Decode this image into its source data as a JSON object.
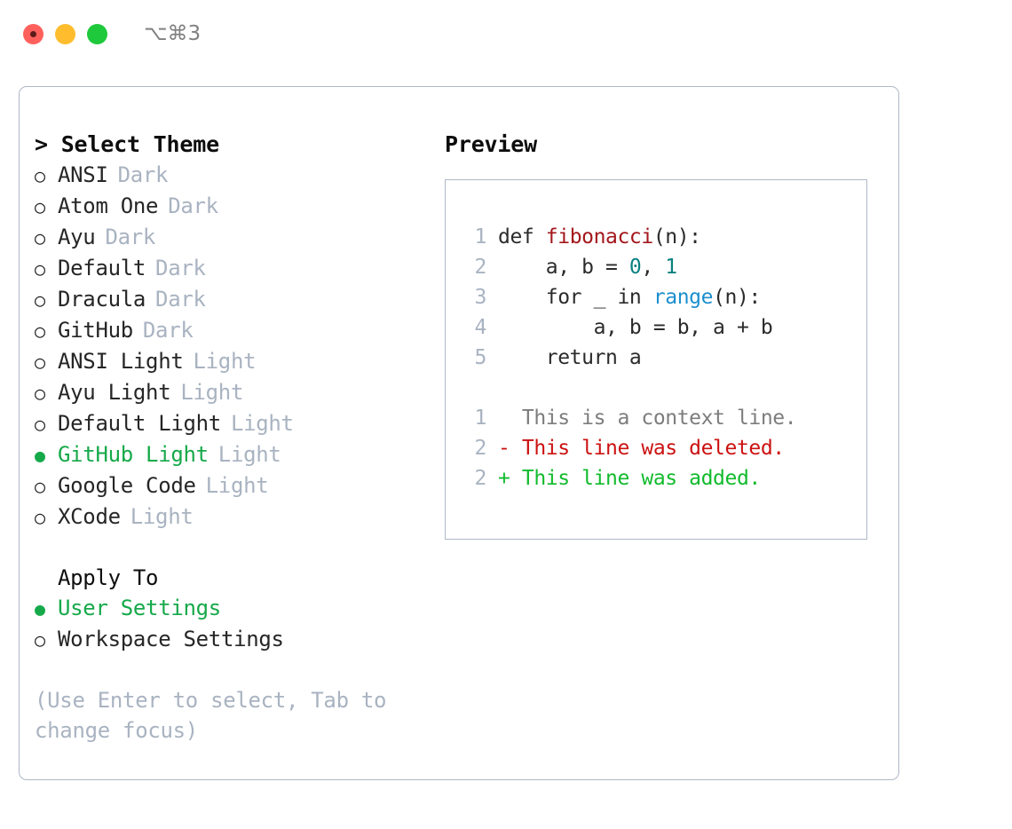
{
  "titlebar": {
    "shortcut": "⌥⌘3",
    "buttons": [
      {
        "name": "close",
        "color": "#ff605c"
      },
      {
        "name": "minimize",
        "color": "#ffbd2e"
      },
      {
        "name": "maximize",
        "color": "#1ec93b"
      }
    ]
  },
  "colors": {
    "accent_green": "#16a94a",
    "muted": "#a9b3c1",
    "border": "#aeb8c6",
    "text": "#262626",
    "keyword_blue": "#1c8fce",
    "number_teal": "#0a8080",
    "function_red": "#a3171c",
    "diff_delete": "#cc1111",
    "diff_add": "#12bb2d"
  },
  "left": {
    "header": "> Select Theme",
    "themes": [
      {
        "bullet": "○",
        "name": "ANSI",
        "kind": "Dark",
        "selected": false
      },
      {
        "bullet": "○",
        "name": "Atom One",
        "kind": "Dark",
        "selected": false
      },
      {
        "bullet": "○",
        "name": "Ayu",
        "kind": "Dark",
        "selected": false
      },
      {
        "bullet": "○",
        "name": "Default",
        "kind": "Dark",
        "selected": false
      },
      {
        "bullet": "○",
        "name": "Dracula",
        "kind": "Dark",
        "selected": false
      },
      {
        "bullet": "○",
        "name": "GitHub",
        "kind": "Dark",
        "selected": false
      },
      {
        "bullet": "○",
        "name": "ANSI Light",
        "kind": "Light",
        "selected": false
      },
      {
        "bullet": "○",
        "name": "Ayu Light",
        "kind": "Light",
        "selected": false
      },
      {
        "bullet": "○",
        "name": "Default Light",
        "kind": "Light",
        "selected": false
      },
      {
        "bullet": "●",
        "name": "GitHub Light",
        "kind": "Light",
        "selected": true
      },
      {
        "bullet": "○",
        "name": "Google Code",
        "kind": "Light",
        "selected": false
      },
      {
        "bullet": "○",
        "name": "XCode",
        "kind": "Light",
        "selected": false
      }
    ],
    "apply_to": {
      "title": "Apply To",
      "options": [
        {
          "bullet": "●",
          "label": "User Settings",
          "selected": true
        },
        {
          "bullet": "○",
          "label": "Workspace Settings",
          "selected": false
        }
      ]
    },
    "hint": "(Use Enter to select, Tab to change focus)"
  },
  "right": {
    "title": "Preview",
    "code": [
      {
        "lno": "1",
        "parts": [
          {
            "t": "def ",
            "c": "plain"
          },
          {
            "t": "fibonacci",
            "c": "fn"
          },
          {
            "t": "(n):",
            "c": "plain"
          }
        ]
      },
      {
        "lno": "2",
        "parts": [
          {
            "t": "    a, b = ",
            "c": "plain"
          },
          {
            "t": "0",
            "c": "num"
          },
          {
            "t": ", ",
            "c": "plain"
          },
          {
            "t": "1",
            "c": "num"
          }
        ]
      },
      {
        "lno": "3",
        "parts": [
          {
            "t": "    for _ in ",
            "c": "plain"
          },
          {
            "t": "range",
            "c": "kw"
          },
          {
            "t": "(n):",
            "c": "plain"
          }
        ]
      },
      {
        "lno": "4",
        "parts": [
          {
            "t": "        a, b = b, a + b",
            "c": "plain"
          }
        ]
      },
      {
        "lno": "5",
        "parts": [
          {
            "t": "    return a",
            "c": "plain"
          }
        ]
      }
    ],
    "diff": [
      {
        "lno": "1",
        "marker": " ",
        "text": "  This is a context line.",
        "kind": "context"
      },
      {
        "lno": "2",
        "marker": "-",
        "text": "- This line was deleted.",
        "kind": "delete"
      },
      {
        "lno": "2",
        "marker": "+",
        "text": "+ This line was added.",
        "kind": "add"
      }
    ]
  }
}
